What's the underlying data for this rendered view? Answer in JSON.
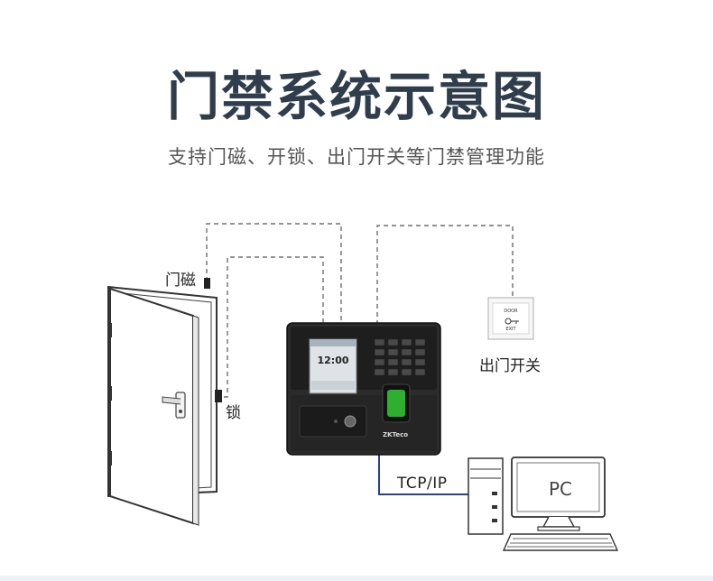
{
  "title": "门禁系统示意图",
  "subtitle": "支持门磁、开锁、出门开关等门禁管理功能",
  "labels": {
    "magnet": "门磁",
    "lock": "锁",
    "exit_switch": "出门开关",
    "tcp": "TCP/IP",
    "pc": "PC"
  },
  "device": {
    "screen_time": "12:00",
    "brand": "ZKTeco"
  },
  "exit_button": {
    "top_text": "DOOR",
    "bottom_text": "EXIT"
  },
  "colors": {
    "title": "#2f3d4c",
    "tcp_line": "#2c3e8f",
    "fingerprint": "#33cc33"
  }
}
